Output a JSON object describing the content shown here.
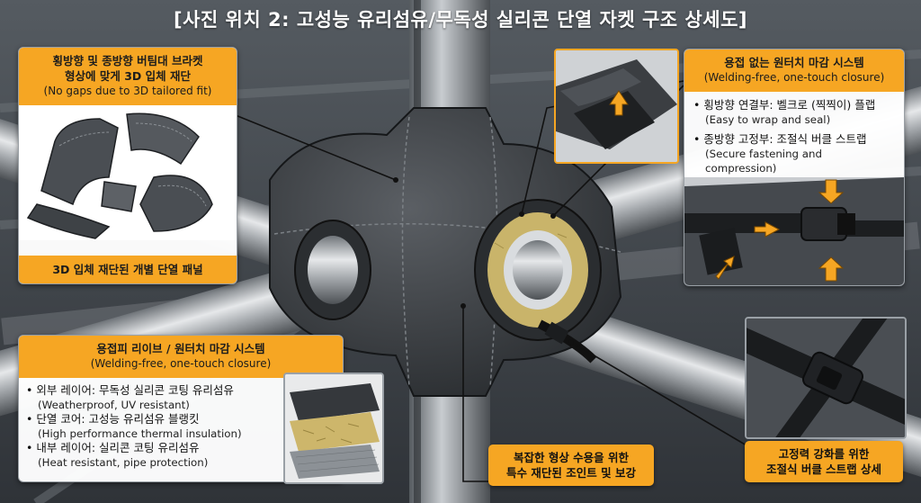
{
  "title": "[사진 위치 2: 고성능 유리섬유/무독성 실리콘 단열 자켓 구조 상세도]",
  "panel_fit": {
    "title_ko_line1": "횡방향 및 종방향 버팀대 브라켓",
    "title_ko_line2": "형상에 맞게 3D 입체 재단",
    "title_en": "(No gaps due to 3D tailored fit)",
    "caption": "3D 입체 재단된 개별 단열 패널"
  },
  "panel_closure_top": {
    "title_ko": "용접 없는 원터치 마감 시스템",
    "title_en": "(Welding-free, one-touch closure)",
    "items": [
      {
        "ko": "• 횡방향 연결부: 벨크로 (찍찍이) 플랩",
        "en": "(Easy to wrap and seal)"
      },
      {
        "ko": "• 종방향 고정부: 조절식 버클 스트랩",
        "en": "(Secure fastening and compression)"
      }
    ]
  },
  "panel_layers": {
    "title_ko": "용접피 리이브 / 원터치 마감 시스템",
    "title_en": "(Welding-free, one-touch closure)",
    "layers": [
      {
        "ko": "• 외부 레이어: 무독성 실리콘 코팅 유리섬유",
        "en": "(Weatherproof, UV resistant)"
      },
      {
        "ko": "• 단열 코어: 고성능 유리섬유 블랭킷",
        "en": "(High performance thermal insulation)"
      },
      {
        "ko": "• 내부 레이어: 실리콘 코팅 유리섬유",
        "en": "(Heat resistant, pipe protection)"
      }
    ]
  },
  "caption_joint": {
    "line1": "복잡한 형상 수용을 위한",
    "line2": "특수 재단된 조인트 및 보강"
  },
  "caption_buckle": {
    "line1": "고정력 강화를 위한",
    "line2": "조절식 버클 스트랩 상세"
  },
  "colors": {
    "accent": "#f6a623",
    "jacket": "#3c3f43",
    "pipe": "#b8bcc0",
    "core": "#c9b46a"
  }
}
